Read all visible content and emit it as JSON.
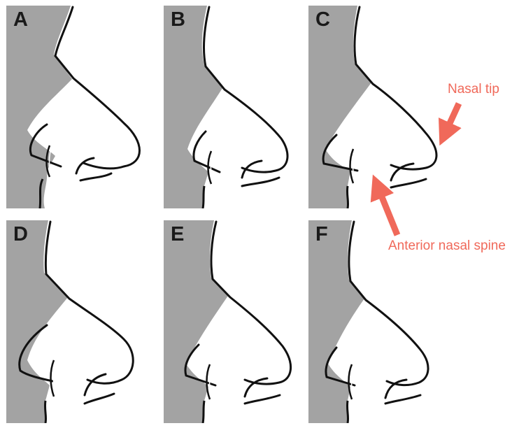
{
  "panels": [
    {
      "label": "A"
    },
    {
      "label": "B"
    },
    {
      "label": "C"
    },
    {
      "label": "D"
    },
    {
      "label": "E"
    },
    {
      "label": "F"
    }
  ],
  "annotations": {
    "nasal_tip": "Nasal tip",
    "anterior_nasal_spine": "Anterior nasal spine"
  },
  "colors": {
    "background_gray": "#a3a3a3",
    "outline": "#111111",
    "annotation_red": "#f0695a"
  }
}
